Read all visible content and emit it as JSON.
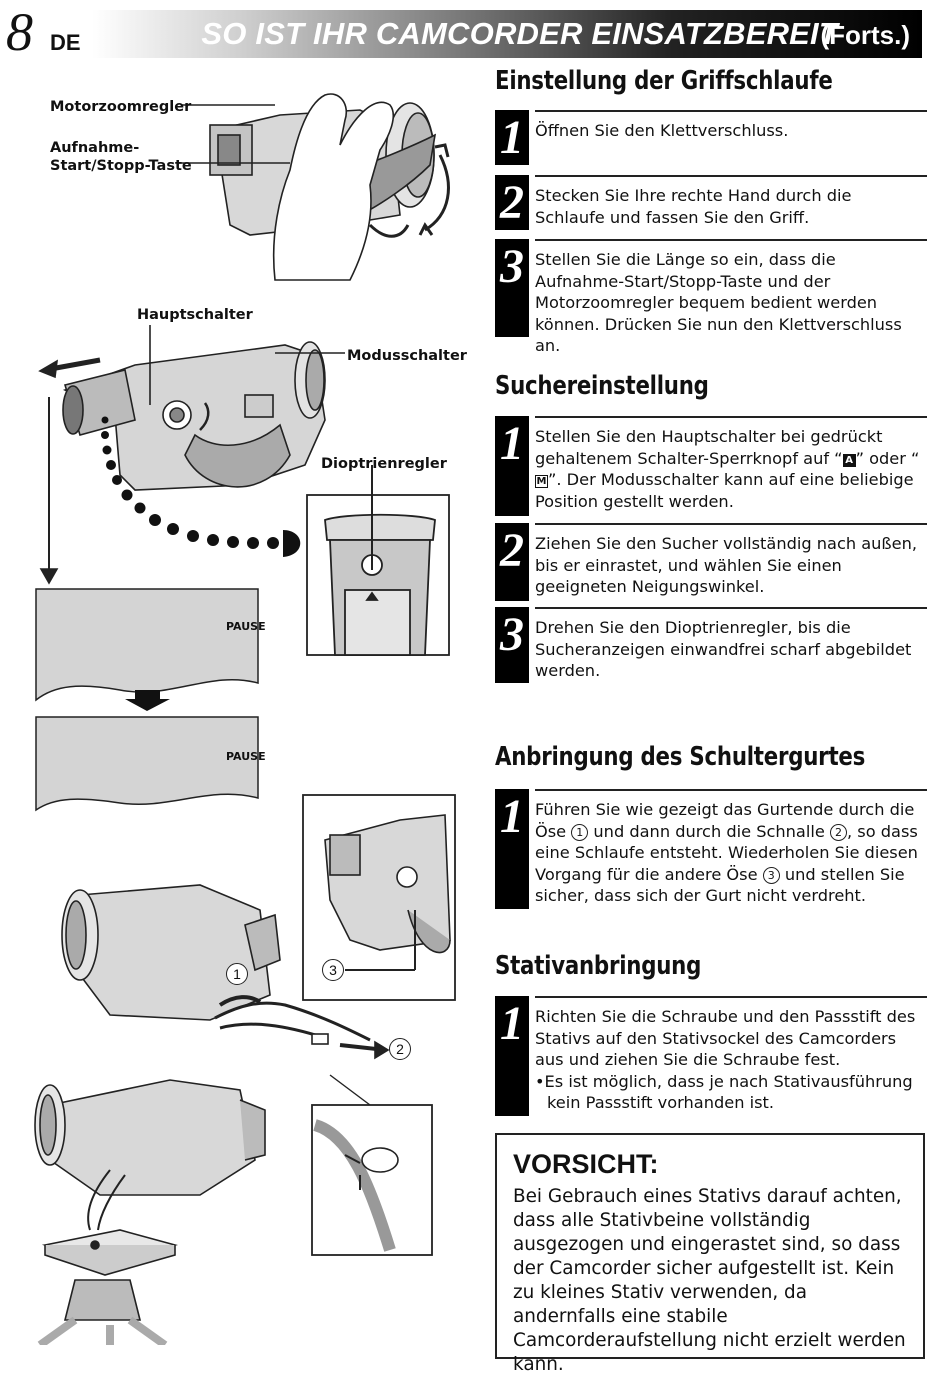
{
  "header": {
    "page_number": "8",
    "language": "DE",
    "title": "SO IST IHR CAMCORDER EINSATZBEREIT",
    "title_suffix": "(Forts.)"
  },
  "labels": {
    "motorzoom": "Motorzoomregler",
    "aufnahme_line1": "Aufnahme-",
    "aufnahme_line2": "Start/Stopp-Taste",
    "hauptschalter": "Hauptschalter",
    "modusschalter": "Modusschalter",
    "dioptrien": "Dioptrienregler",
    "pause_1": "PAUSE",
    "pause_2": "PAUSE",
    "marker_1": "1",
    "marker_2": "2",
    "marker_3": "3"
  },
  "sections": {
    "griff": {
      "title": "Einstellung der Griffschlaufe",
      "steps": [
        {
          "num": "1",
          "text": "Öffnen Sie den Klettverschluss."
        },
        {
          "num": "2",
          "text": "Stecken Sie Ihre rechte Hand durch die Schlaufe und fassen Sie den Griff."
        },
        {
          "num": "3",
          "text": "Stellen Sie die Länge so ein, dass die Aufnahme-Start/Stopp-Taste und der Motorzoomregler bequem bedient werden können.  Drücken Sie nun den Klettverschluss an."
        }
      ]
    },
    "sucher": {
      "title": "Suchereinstellung",
      "steps": [
        {
          "num": "1",
          "text_a": "Stellen Sie den Hauptschalter bei gedrückt gehaltenem Schalter-Sperrknopf auf “",
          "icon_a": "A",
          "text_b": "” oder “",
          "icon_m": "M",
          "text_c": "”. Der Modusschalter kann auf eine beliebige Position gestellt werden."
        },
        {
          "num": "2",
          "text": "Ziehen Sie den Sucher vollständig nach außen, bis er einrastet, und wählen Sie einen geeigneten Neigungswinkel."
        },
        {
          "num": "3",
          "text": "Drehen Sie den Dioptrienregler, bis die Sucheranzeigen einwandfrei scharf abgebildet werden."
        }
      ]
    },
    "schulter": {
      "title": "Anbringung des Schultergurtes",
      "steps": [
        {
          "num": "1",
          "text_a": "Führen Sie wie gezeigt das Gurtende durch die Öse ",
          "c1": "1",
          "text_b": " und dann durch die Schnalle ",
          "c2": "2",
          "text_c": ", so dass eine Schlaufe entsteht. Wiederholen Sie diesen Vorgang für die andere Öse ",
          "c3": "3",
          "text_d": " und stellen Sie sicher, dass sich der Gurt nicht verdreht."
        }
      ]
    },
    "stativ": {
      "title": "Stativanbringung",
      "steps": [
        {
          "num": "1",
          "text": "Richten Sie die Schraube und den Passstift des Stativs auf den Stativsockel des Camcorders aus und ziehen Sie die Schraube fest.",
          "note": "•Es ist möglich, dass je nach Stativausführung kein Passstift vorhanden ist."
        }
      ]
    }
  },
  "warning": {
    "title": "VORSICHT:",
    "body": "Bei Gebrauch eines Stativs darauf achten, dass alle Stativbeine vollständig ausgezogen und eingerastet sind, so dass der Camcorder sicher aufgestellt ist. Kein zu kleines Stativ verwenden, da andernfalls eine stabile Camcorderaufstellung nicht erzielt werden kann."
  }
}
